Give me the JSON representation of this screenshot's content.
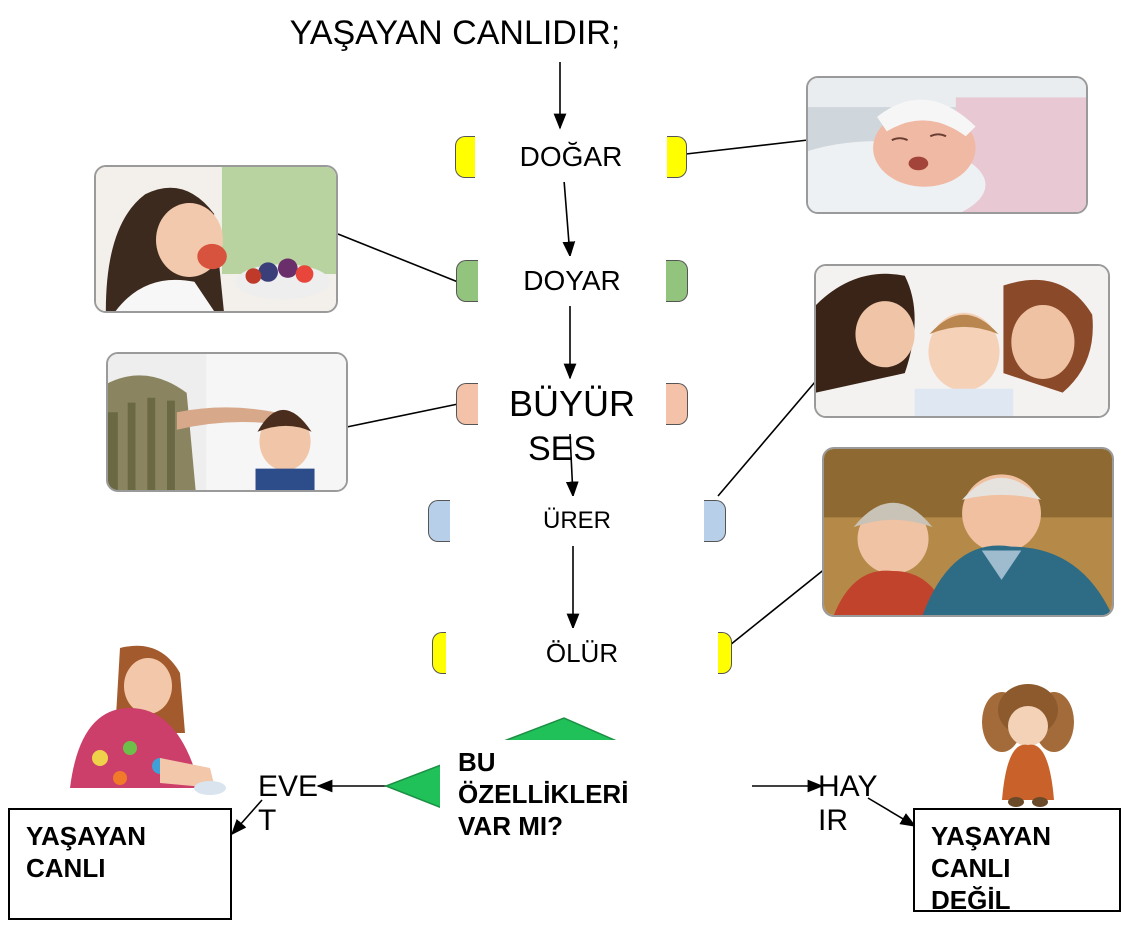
{
  "title": "YAŞAYAN CANLIDIR;",
  "steps": [
    {
      "label": "DOĞAR",
      "color": "#ffff00"
    },
    {
      "label": "DOYAR",
      "color": "#93c47d"
    },
    {
      "label": "BÜYÜR",
      "color": "#f4c2a8"
    },
    {
      "label": "ÜRER",
      "color": "#b7cfe8"
    },
    {
      "label": "ÖLÜR",
      "color": "#ffff00"
    }
  ],
  "stray_text": "SES",
  "question": {
    "line1": "BU",
    "line2": "ÖZELLİKLERİ",
    "line3": "VAR MI?",
    "color": "#21c15a"
  },
  "yes": {
    "part1": "EVE",
    "part2": "T",
    "result_line1": "YAŞAYAN",
    "result_line2": "CANLI"
  },
  "no": {
    "part1": "HAY",
    "part2": "IR",
    "result_line1": "YAŞAYAN",
    "result_line2": "CANLI",
    "result_line3": "DEĞİL"
  }
}
